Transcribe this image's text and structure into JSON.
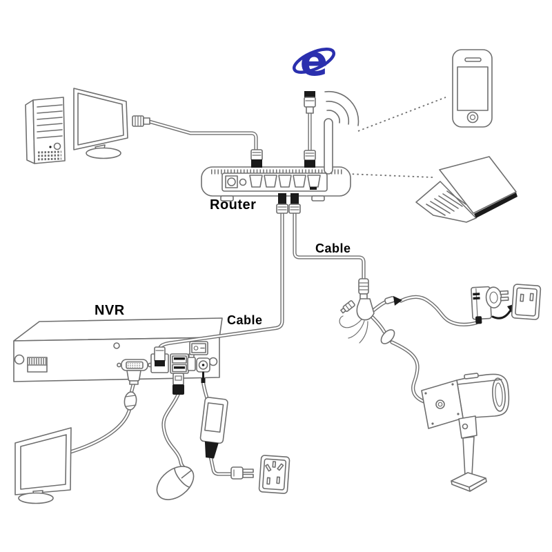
{
  "diagram": {
    "type": "nvr-camera-network-setup-diagram",
    "labels": {
      "router": "Router",
      "nvr": "NVR",
      "cable_to_nvr": "Cable",
      "cable_to_camera": "Cable"
    },
    "internet_icon_glyph": "e",
    "icons": [
      "desktop-tower-icon",
      "desktop-monitor-icon",
      "internet-explorer-icon",
      "ethernet-cable-icon",
      "wifi-signal-icon",
      "antenna-icon",
      "smartphone-icon",
      "laptop-icon",
      "router-icon",
      "nvr-icon",
      "vga-monitor-icon",
      "mouse-icon",
      "power-brick-icon",
      "power-plug-icon",
      "wall-socket-icon",
      "camera-pigtail-splitter-icon",
      "camera-power-adapter-icon",
      "wall-outlet-icon",
      "ip-camera-icon"
    ],
    "colors": {
      "line": "#6e6e6e",
      "accent": "#1a1a1a",
      "label": "#000000",
      "ie_blue": "#2a2fae",
      "background": "#ffffff"
    }
  }
}
